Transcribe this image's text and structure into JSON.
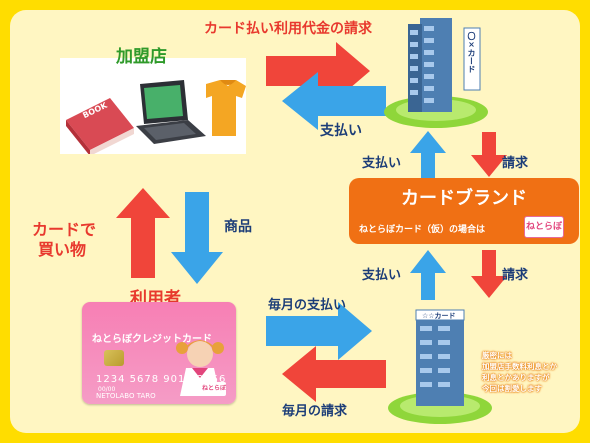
{
  "labels": {
    "merchant": "加盟店",
    "user": "利用者",
    "request_top": "カード払い利用代金の請求",
    "payment_top": "支払い",
    "payment_mid_up": "支払い",
    "request_mid_down": "請求",
    "payment_low_up": "支払い",
    "request_low_down": "請求",
    "goods": "商品",
    "buy_line1": "カードで",
    "buy_line2": "買い物",
    "monthly_payment": "毎月の支払い",
    "monthly_request": "毎月の請求"
  },
  "brand": {
    "title": "カードブランド",
    "subtitle": "ねとらぼカード（仮）の場合は",
    "stamp": "ねとらぼ"
  },
  "building_top_sign": "〇×カード",
  "building_bottom_sign": "☆☆カード",
  "book_label": "BOOK",
  "card": {
    "name": "ねとらぼクレジットカード",
    "number": "1234  5678  9012  3456",
    "valid": "00/00",
    "holder": "NETOLABO TARO",
    "stamp": "ねとらぼ"
  },
  "note": {
    "line1": "厳密には",
    "line2": "加盟店手数料利息とか",
    "line3": "利息とかありますが",
    "line4": "今回は割愛します"
  },
  "colors": {
    "background": "#ffdd00",
    "panel": "#fff6c2",
    "red_arrow": "#f0453a",
    "blue_arrow": "#3aa4e8",
    "brand_orange": "#f07014",
    "card_pink": "#f77fb4"
  }
}
